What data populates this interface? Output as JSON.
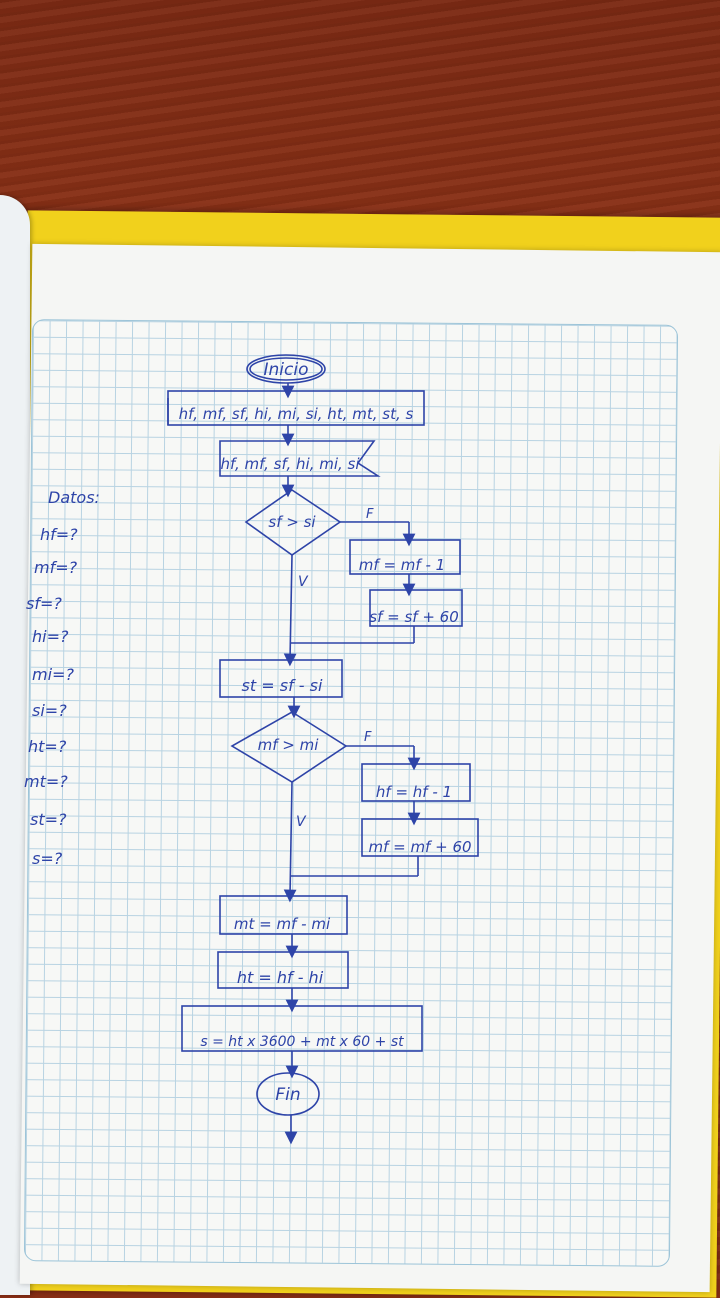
{
  "data_heading": "Datos:",
  "data_list": [
    "hf=?",
    "mf=?",
    "sf=?",
    "hi=?",
    "mi=?",
    "si=?",
    "ht=?",
    "mt=?",
    "st=?",
    "s=?"
  ],
  "flowchart": {
    "start": "Inicio",
    "declare": "hf, mf, sf, hi, mi, si, ht, mt, st, s",
    "input": "hf, mf, sf, hi, mi, si",
    "decision1": "sf > si",
    "decision1_false": "F",
    "decision1_true": "V",
    "d1_step1": "mf = mf - 1",
    "d1_step2": "sf = sf + 60",
    "calc_st": "st = sf - si",
    "decision2": "mf > mi",
    "decision2_false": "F",
    "decision2_true": "V",
    "d2_step1": "hf = hf - 1",
    "d2_step2": "mf = mf + 60",
    "calc_mt": "mt = mf - mi",
    "calc_ht": "ht = hf - hi",
    "calc_s": "s = ht x 3600 + mt x 60 + st",
    "end": "Fin"
  },
  "colors": {
    "ink": "#2e44a8",
    "wood": "#8a2f16",
    "folder": "#f1d11c",
    "grid": "#b8d3e2"
  }
}
